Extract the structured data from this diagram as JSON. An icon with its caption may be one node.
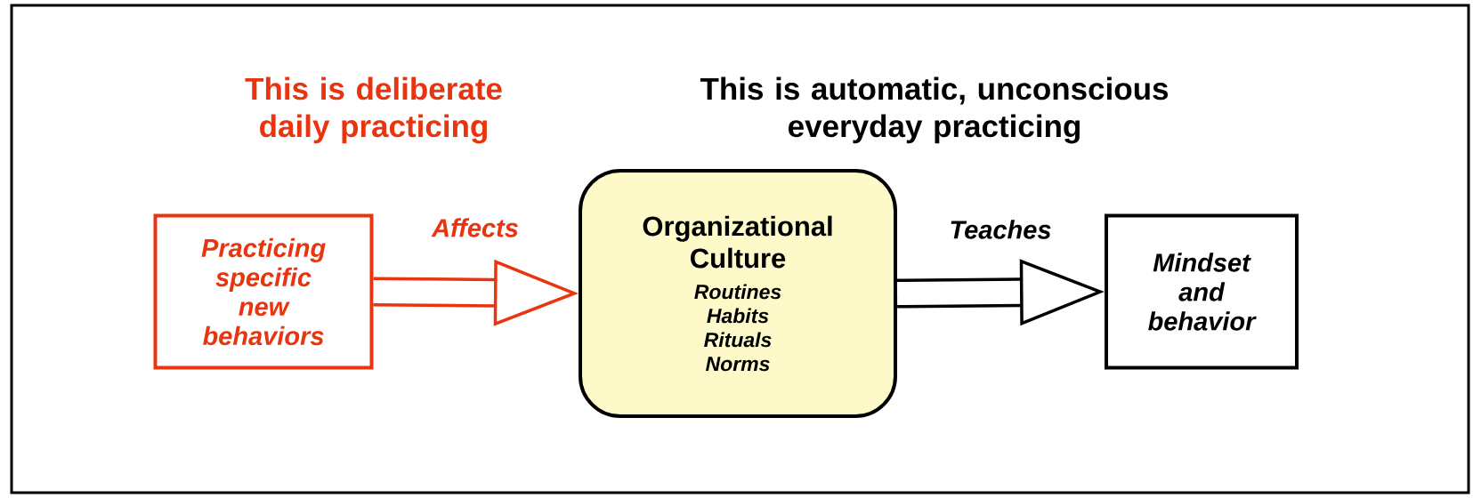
{
  "diagram": {
    "nodes": [
      {
        "text": [
          "Practicing specific new behaviors"
        ]
      },
      {
        "text": [
          "Organizational Culture",
          "Routines",
          "Habits",
          "Rituals",
          "Norms"
        ]
      },
      {
        "text": [
          "Mindset and behavior"
        ]
      }
    ],
    "edges": [
      {
        "from": 0,
        "to": 1,
        "arrow": "to",
        "label": "Affects",
        "color": "#e8340f"
      },
      {
        "from": 1,
        "to": 2,
        "arrow": "to",
        "label": "Teaches",
        "color": "#000000"
      }
    ],
    "labels": [
      "This is deliberate daily practicing",
      "This is automatic, unconscious everyday practicing"
    ]
  }
}
